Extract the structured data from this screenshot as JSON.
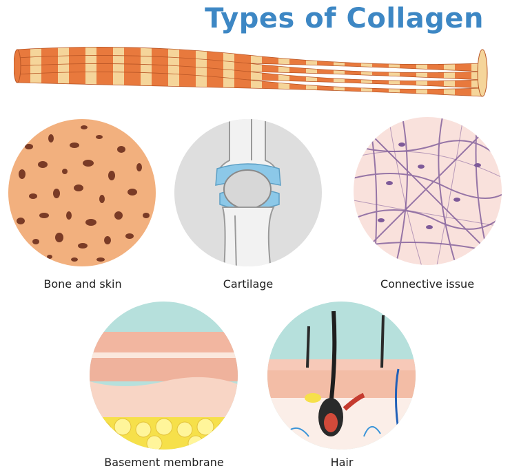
{
  "title": "Types of Collagen",
  "colors": {
    "title": "#3d87c4",
    "fiber_orange": "#e8793d",
    "fiber_cream": "#f5d59a",
    "bone_fill": "#f2b07e",
    "bone_pores": "#7a3b26",
    "cartilage_blue": "#8cc8e8",
    "tissue_purple": "#7e5a99",
    "skin_pink": "#f3c1b0",
    "fat_yellow": "#f6e04a",
    "sky_teal": "#b6e0dc"
  },
  "items": [
    {
      "label": "Bone and skin",
      "icon": "bone-tissue-icon"
    },
    {
      "label": "Cartilage",
      "icon": "knee-joint-icon"
    },
    {
      "label": "Connective issue",
      "icon": "connective-fibers-icon"
    },
    {
      "label": "Basement membrane",
      "icon": "skin-layers-icon"
    },
    {
      "label": "Hair",
      "icon": "hair-follicle-icon"
    }
  ]
}
